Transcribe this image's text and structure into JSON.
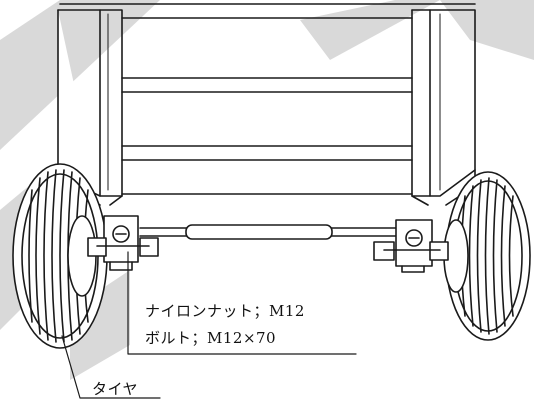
{
  "colors": {
    "line": "#1a1a1a",
    "stripe": "#d9d9d9",
    "background": "#ffffff"
  },
  "labels": {
    "nylon_nut": "ナイロンナット；M12",
    "bolt": "ボルト；M12×70",
    "tire": "タイヤ"
  }
}
